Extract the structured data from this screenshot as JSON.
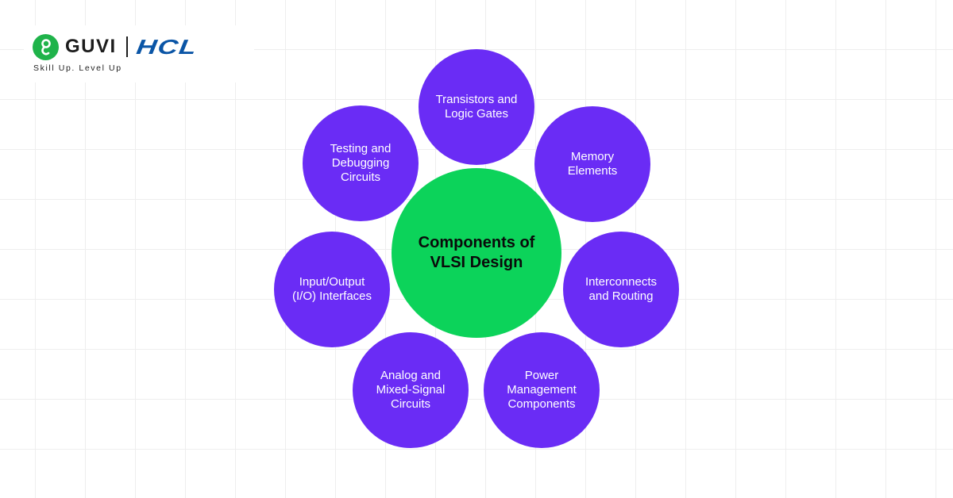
{
  "brand": {
    "name": "GUVI",
    "partner": "HCL",
    "tagline": "Skill Up. Level Up",
    "colors": {
      "guvi_green": "#1fb34a",
      "hcl_blue": "#0a55a6"
    }
  },
  "diagram": {
    "center": {
      "label": "Components of VLSI Design",
      "color": "#0cd35a"
    },
    "node_color": "#6a2cf5",
    "nodes": [
      {
        "label": "Transistors and Logic Gates"
      },
      {
        "label": "Memory Elements"
      },
      {
        "label": "Interconnects and Routing"
      },
      {
        "label": "Power Management Components"
      },
      {
        "label": "Analog and Mixed-Signal Circuits"
      },
      {
        "label": "Input/Output (I/O) Interfaces"
      },
      {
        "label": "Testing and Debugging Circuits"
      }
    ]
  }
}
